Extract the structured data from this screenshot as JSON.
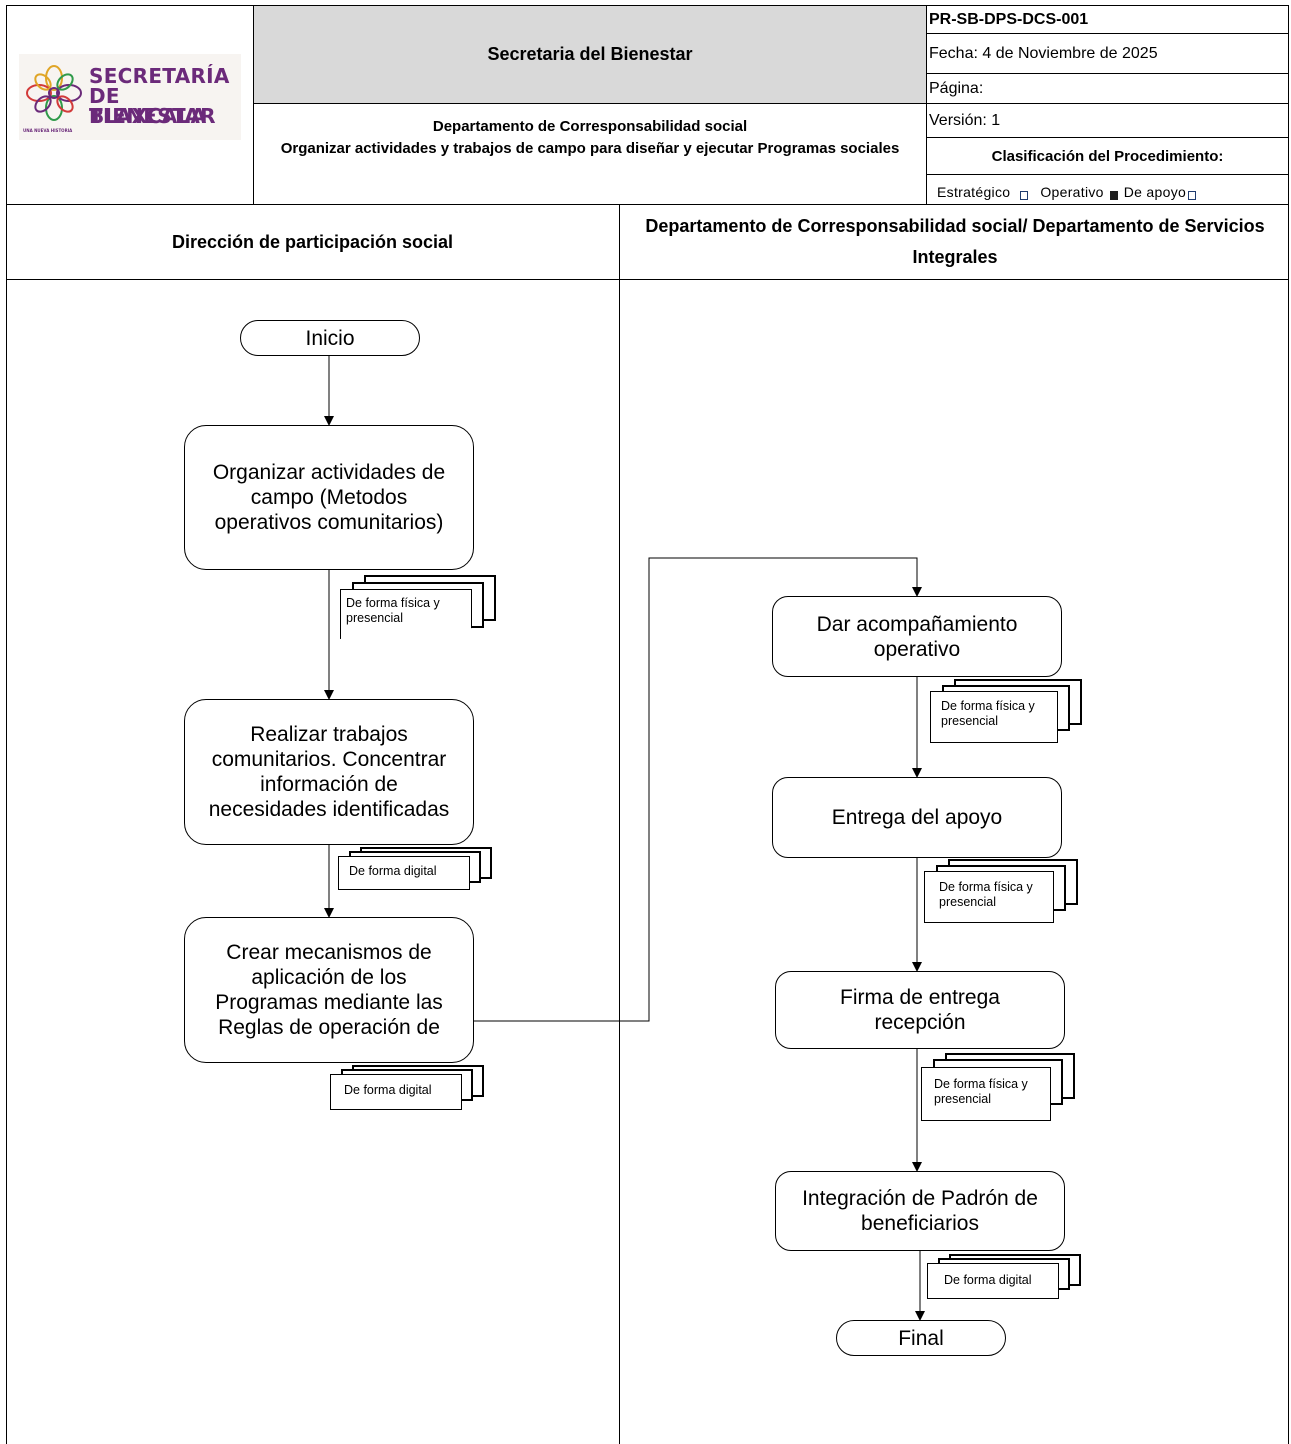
{
  "header": {
    "organization_title": "Secretaria del Bienestar",
    "department": "Departamento de Corresponsabilidad social",
    "procedure_name": "Organizar actividades y trabajos de campo para diseñar y ejecutar  Programas sociales",
    "code": "PR-SB-DPS-DCS-001",
    "date": "Fecha: 4 de Noviembre de 2025",
    "page": "Página:",
    "version": "Versión: 1",
    "classification_title": "Clasificación del Procedimiento:",
    "classification_options": [
      {
        "label": "Estratégico",
        "checked": false
      },
      {
        "label": "Operativo",
        "checked": true
      },
      {
        "label": "De apoyo",
        "checked": false
      }
    ]
  },
  "logo": {
    "line1": "SECRETARÍA",
    "line2": "DE BIENESTAR",
    "line3": "TLAXCALA",
    "tagline": "UNA NUEVA HISTORIA",
    "colors": [
      "#6b2a7a",
      "#e0a526",
      "#2f9a4a",
      "#d23a3a"
    ]
  },
  "lanes": {
    "left_title": "Dirección de participación social",
    "right_title": "Departamento de Corresponsabilidad social/ Departamento de Servicios Integrales"
  },
  "flow": {
    "start": "Inicio",
    "end": "Final",
    "left_steps": [
      {
        "label": "Organizar actividades de campo (Metodos operativos comunitarios)",
        "doc": "De forma física y presencial"
      },
      {
        "label": "Realizar trabajos comunitarios. Concentrar información de necesidades identificadas",
        "doc": "De forma digital"
      },
      {
        "label": "Crear mecanismos de aplicación de los Programas mediante las Reglas de operación  de",
        "doc": "De forma digital"
      }
    ],
    "right_steps": [
      {
        "label": "Dar acompañamiento operativo",
        "doc": "De forma física y presencial"
      },
      {
        "label": "Entrega del apoyo",
        "doc": "De forma física y presencial"
      },
      {
        "label": "Firma de entrega recepción",
        "doc": "De forma física y presencial"
      },
      {
        "label": "Integración de Padrón de beneficiarios",
        "doc": "De forma digital"
      }
    ]
  }
}
